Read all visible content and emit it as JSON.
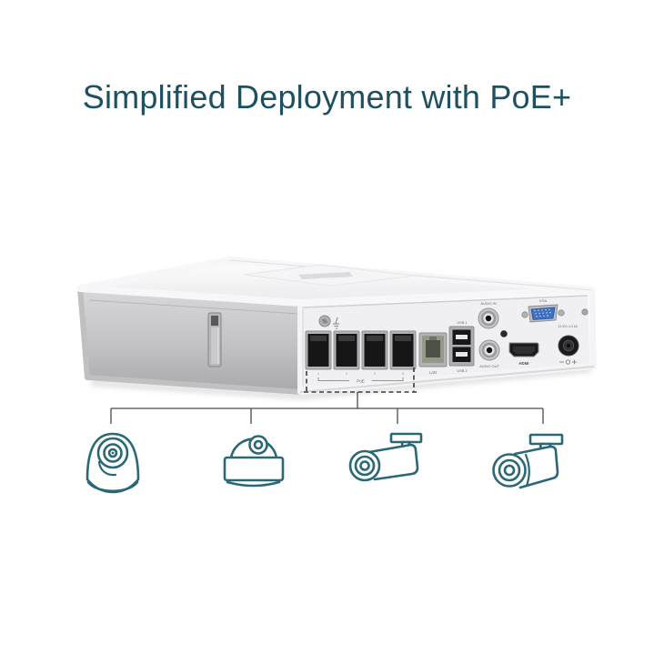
{
  "title": {
    "text": "Simplified Deployment with PoE+"
  },
  "colors": {
    "title": "#1e5060",
    "camera_accent": "#2a6876",
    "connector_line": "#4a4a4d",
    "vga_blue": "#3f6fc1"
  },
  "device": {
    "kind": "nvr-rear-view",
    "labels": {
      "poe_group": "PoE",
      "port_numbers": [
        "1",
        "2",
        "3",
        "4"
      ],
      "lan": "LAN",
      "usb1": "USB 1",
      "usb2": "USB 2",
      "audio_in": "AUDIO IN",
      "audio_out": "AUDIO OUT",
      "hdmi": "HDMI",
      "vga": "VGA",
      "power": "12.5V=1.21A"
    }
  },
  "diagram": {
    "cameras": [
      {
        "name": "turret-camera"
      },
      {
        "name": "dome-camera"
      },
      {
        "name": "bullet-camera"
      },
      {
        "name": "bullet-camera"
      }
    ]
  }
}
